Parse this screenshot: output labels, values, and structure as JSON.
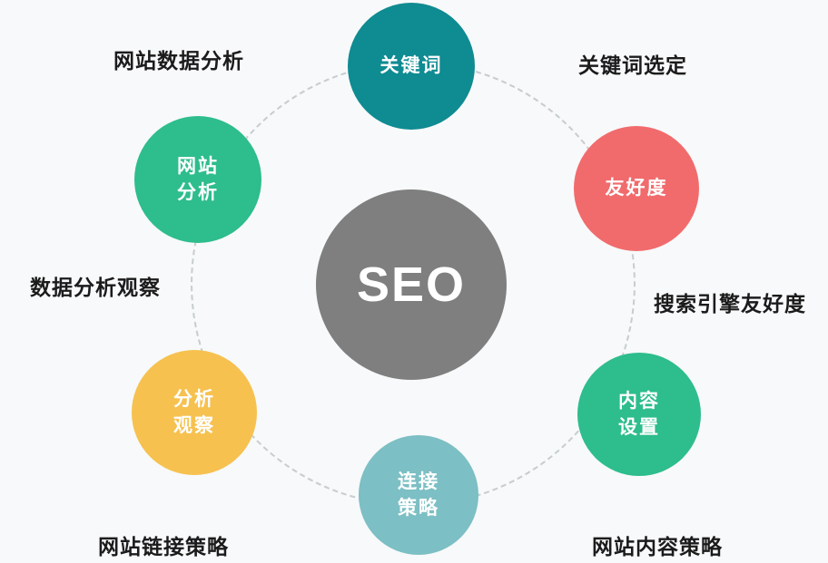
{
  "background": "#f7f9fa",
  "center": {
    "label": "SEO",
    "color": "#7f7f7f"
  },
  "nodes": [
    {
      "id": "keywords",
      "label": "关键词",
      "color": "#0f8b92"
    },
    {
      "id": "friendliness",
      "label": "友好度",
      "color": "#f16b6d"
    },
    {
      "id": "content-settings",
      "label": "内容\n设置",
      "color": "#2ebd8d"
    },
    {
      "id": "link-strategy",
      "label": "连接\n策略",
      "color": "#7cbfc4"
    },
    {
      "id": "analysis-observe",
      "label": "分析\n观察",
      "color": "#f6c14f"
    },
    {
      "id": "site-analysis",
      "label": "网站\n分析",
      "color": "#2ebd8d"
    }
  ],
  "labels": [
    {
      "id": "site-data-analysis",
      "text": "网站数据分析"
    },
    {
      "id": "keyword-selection",
      "text": "关键词选定"
    },
    {
      "id": "data-analysis-observation",
      "text": "数据分析观察"
    },
    {
      "id": "search-engine-friendliness",
      "text": "搜索引擎友好度"
    },
    {
      "id": "site-link-strategy",
      "text": "网站链接策略"
    },
    {
      "id": "site-content-strategy",
      "text": "网站内容策略"
    }
  ]
}
